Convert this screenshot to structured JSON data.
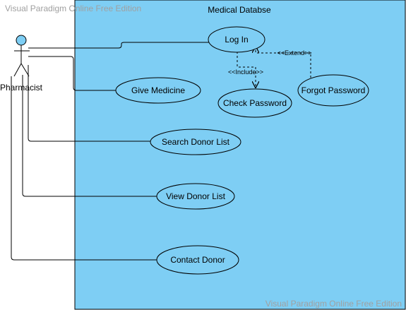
{
  "watermark": {
    "top": "Visual Paradigm Online Free Edition",
    "bottom": "Visual Paradigm Online Free Edition"
  },
  "system": {
    "title": "Medical Databse",
    "fill": "#7ecef4"
  },
  "actor": {
    "name": "Pharmacist",
    "head_fill": "#7ecef4"
  },
  "use_cases": {
    "login": "Log In",
    "give_medicine": "Give Medicine",
    "check_password": "Check Password",
    "forgot_password": "Forgot Password",
    "search_donor_list": "Search Donor List",
    "view_donor_list": "View Donor List",
    "contact_donor": "Contact Donor"
  },
  "relations": {
    "include": "<<Include>>",
    "extend": "<<Extend>>"
  }
}
